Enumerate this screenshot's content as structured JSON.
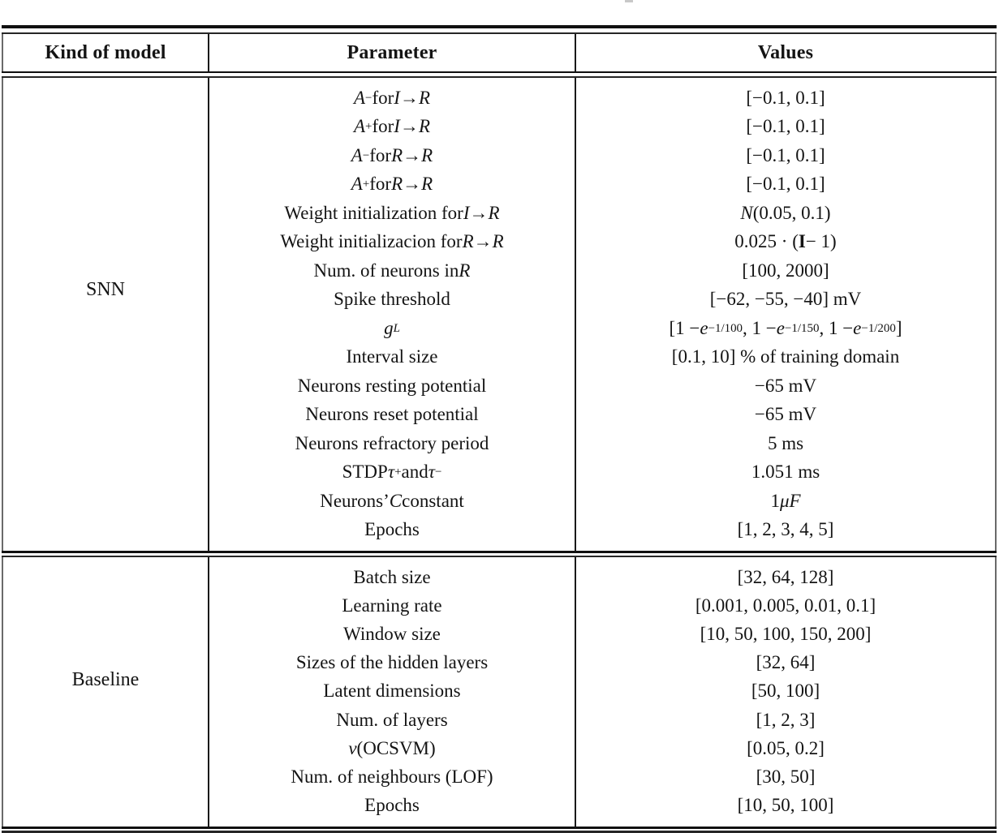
{
  "table": {
    "headers": [
      "Kind of model",
      "Parameter",
      "Values"
    ],
    "text_color": "#141414",
    "background": "#ffffff",
    "rule_color": "#101010"
  },
  "sections": [
    {
      "model": "SNN",
      "rows": [
        {
          "param": "<i>A</i><sub>−</sub> for <i>I</i> → <i>R</i>",
          "value": "[−0.1, 0.1]"
        },
        {
          "param": "<i>A</i><sub>+</sub> for <i>I</i> → <i>R</i>",
          "value": "[−0.1, 0.1]"
        },
        {
          "param": "<i>A</i><sub>−</sub> for <i>R</i> → <i>R</i>",
          "value": "[−0.1, 0.1]"
        },
        {
          "param": "<i>A</i><sub>+</sub> for <i>R</i> → <i>R</i>",
          "value": "[−0.1, 0.1]"
        },
        {
          "param": "Weight initialization for <i>I</i> → <i>R</i>",
          "value": "<i class='cal'>N</i>(0.05, 0.1)"
        },
        {
          "param": "Weight initializacion for <i>R</i> → <i>R</i>",
          "value": "0.025 · (<span class='bb'>I</span> − 1)"
        },
        {
          "param": "Num. of neurons in <i>R</i>",
          "value": "[100, 2000]"
        },
        {
          "param": "Spike threshold",
          "value": "[−62, −55, −40] mV"
        },
        {
          "param": "<i>g</i><sub><i>L</i></sub>",
          "value": "[1 − <i>e</i><sup>−1/100</sup>, 1 − <i>e</i><sup>−1/150</sup>, 1 − <i>e</i><sup>−1/200</sup>]"
        },
        {
          "param": "Interval size",
          "value": "[0.1, 10] % of training domain"
        },
        {
          "param": "Neurons resting potential",
          "value": "−65 mV"
        },
        {
          "param": "Neurons reset potential",
          "value": "−65 mV"
        },
        {
          "param": "Neurons refractory period",
          "value": "5 ms"
        },
        {
          "param": "STDP <i>τ</i><sub>+</sub> and <i>τ</i><sub>−</sub>",
          "value": "1.051 ms"
        },
        {
          "param": "Neurons’ <i>C</i> constant",
          "value": "1 <i>μF</i>"
        },
        {
          "param": "Epochs",
          "value": "[1, 2, 3, 4, 5]"
        }
      ]
    },
    {
      "model": "Baseline",
      "rows": [
        {
          "param": "Batch size",
          "value": "[32, 64, 128]"
        },
        {
          "param": "Learning rate",
          "value": "[0.001, 0.005, 0.01, 0.1]"
        },
        {
          "param": "Window size",
          "value": "[10, 50, 100, 150, 200]"
        },
        {
          "param": "Sizes of the hidden layers",
          "value": "[32, 64]"
        },
        {
          "param": "Latent dimensions",
          "value": "[50, 100]"
        },
        {
          "param": "Num. of layers",
          "value": "[1, 2, 3]"
        },
        {
          "param": "<i>ν</i> (OCSVM)",
          "value": "[0.05, 0.2]"
        },
        {
          "param": "Num. of neighbours (LOF)",
          "value": "[30, 50]"
        },
        {
          "param": "Epochs",
          "value": "[10, 50, 100]"
        }
      ]
    }
  ]
}
